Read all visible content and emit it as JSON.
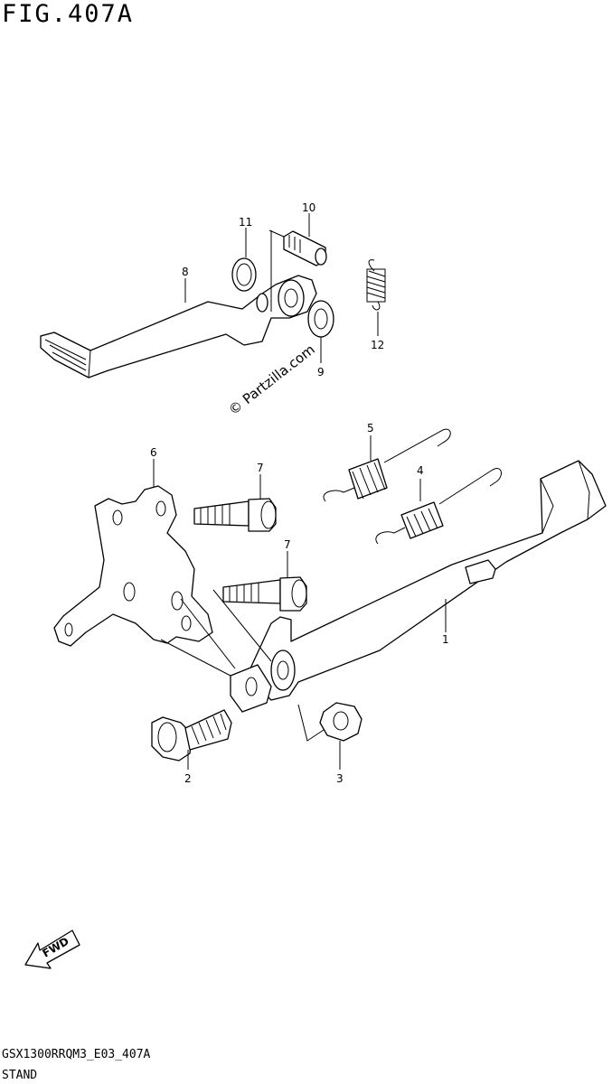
{
  "figure": {
    "title": "FIG.407A",
    "watermark": "© Partzilla.com",
    "fwd_label": "FWD",
    "footer_code": "GSX1300RRQM3_E03_407A",
    "footer_name": "STAND"
  },
  "callouts": {
    "c1": "1",
    "c2": "2",
    "c3": "3",
    "c4": "4",
    "c5": "5",
    "c6": "6",
    "c7a": "7",
    "c7b": "7",
    "c8": "8",
    "c9": "9",
    "c10": "10",
    "c11": "11",
    "c12": "12"
  }
}
